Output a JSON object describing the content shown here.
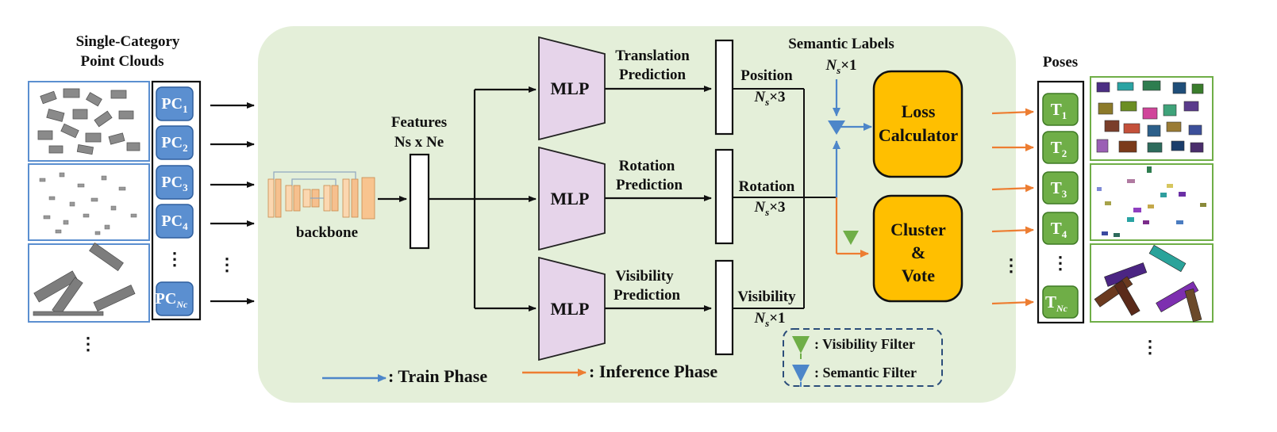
{
  "input": {
    "title_line1": "Single-Category",
    "title_line2": "Point Clouds",
    "pc_items": [
      {
        "base": "PC",
        "sub": "1"
      },
      {
        "base": "PC",
        "sub": "2"
      },
      {
        "base": "PC",
        "sub": "3"
      },
      {
        "base": "PC",
        "sub": "4"
      },
      {
        "base": "PC",
        "sub": "Nc"
      }
    ],
    "ellipsis": "⋮"
  },
  "backbone": {
    "label": "backbone",
    "features_line1": "Features",
    "features_line2": "Ns x Ne"
  },
  "heads": [
    {
      "mlp": "MLP",
      "pred_line1": "Translation",
      "pred_line2": "Prediction",
      "out_label": "Position",
      "out_dim": "N",
      "out_dim_sub": "s",
      "out_dim_rest": "×3"
    },
    {
      "mlp": "MLP",
      "pred_line1": "Rotation",
      "pred_line2": "Prediction",
      "out_label": "Rotation",
      "out_dim": "N",
      "out_dim_sub": "s",
      "out_dim_rest": "×3"
    },
    {
      "mlp": "MLP",
      "pred_line1": "Visibility",
      "pred_line2": "Prediction",
      "out_label": "Visibility",
      "out_dim": "N",
      "out_dim_sub": "s",
      "out_dim_rest": "×1"
    }
  ],
  "semantic": {
    "label": "Semantic Labels",
    "dim": "N",
    "dim_sub": "s",
    "dim_rest": "×1"
  },
  "blocks": {
    "loss_line1": "Loss",
    "loss_line2": "Calculator",
    "cluster_line1": "Cluster",
    "cluster_line2": "&",
    "cluster_line3": "Vote"
  },
  "legend": {
    "train": ": Train Phase",
    "inference": ": Inference Phase",
    "visibility_filter": ": Visibility Filter",
    "semantic_filter": ": Semantic Filter"
  },
  "output": {
    "title": "Poses",
    "t_items": [
      {
        "base": "T",
        "sub": "1"
      },
      {
        "base": "T",
        "sub": "2"
      },
      {
        "base": "T",
        "sub": "3"
      },
      {
        "base": "T",
        "sub": "4"
      },
      {
        "base": "T",
        "sub": "Nc"
      }
    ],
    "ellipsis": "⋮"
  },
  "colors": {
    "panel_green": "#e4efd9",
    "pc_blue": "#5b8fd0",
    "t_green": "#6fae47",
    "mlp_purple": "#e6d4ea",
    "orange_block": "#ffbf00",
    "train_blue": "#4d86c9",
    "inference_orange": "#ed7d31"
  }
}
